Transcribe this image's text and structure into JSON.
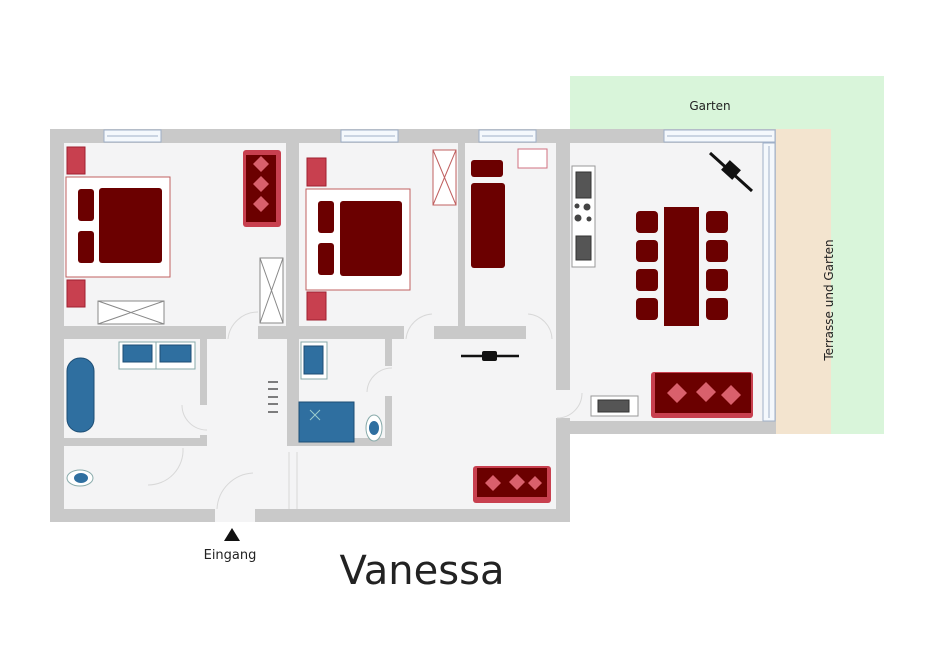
{
  "plan": {
    "title": "Vanessa",
    "entrance_label": "Eingang",
    "garden_label": "Garten",
    "terrace_label": "Terrasse und Garten"
  },
  "colors": {
    "wall": "#c9c9c9",
    "floor": "#f4f4f5",
    "garden": "#d9f5da",
    "terrace": "#f3e4cf",
    "furniture_dark": "#6b0000",
    "furniture_accent": "#c8404f",
    "sanitary": "#2f6fa0"
  }
}
